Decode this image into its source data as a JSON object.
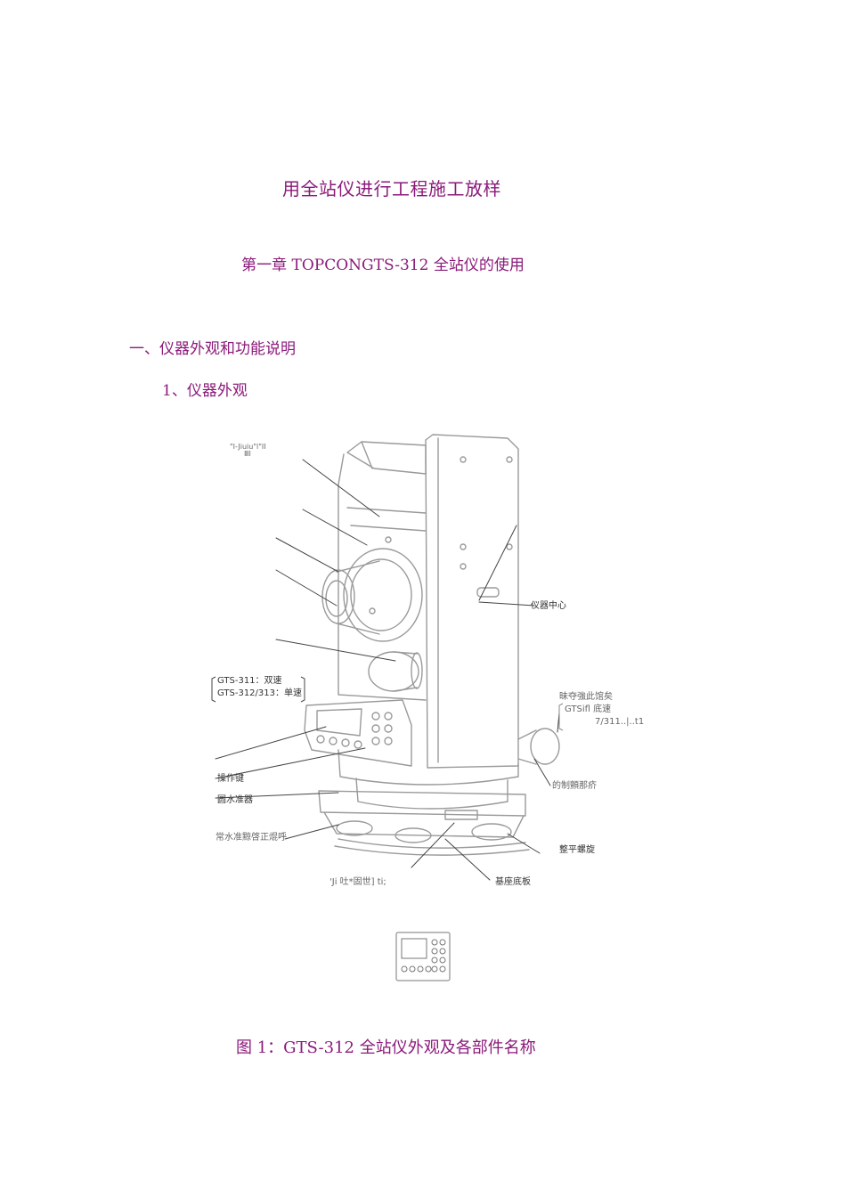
{
  "document": {
    "title": "用全站仪进行工程施工放样",
    "chapter": "第一章 TOPCONGTS-312 全站仪的使用",
    "section1": "一、仪器外观和功能说明",
    "section2": "1、仪器外观",
    "caption": "图 1：GTS-312 全站仪外观及各部件名称"
  },
  "figure": {
    "labels": {
      "top_left_a": "\"I-Jiuiu\"l\"II",
      "top_left_b": "ⅢI",
      "instrument_center": "仪器中心",
      "gts311": "GTS-311：双速",
      "gts312": "GTS-312/313：单速",
      "right_a": "昧夺強此馆矣",
      "right_b": "GTSifl 底速",
      "right_c": "7/311..|..t1",
      "brake": "的制顫那疥",
      "operation_keys": "操作键",
      "circular_level": "圆水准器",
      "circular_level_adj": "常水准黥啓正焜呼",
      "leveling_screw": "整平螺旋",
      "base_plate": "基座底板",
      "bottom": "'Ji 吐*固世] ti;"
    }
  },
  "colors": {
    "heading": "#8b1a7a",
    "line_art": "#9a9a9a"
  }
}
